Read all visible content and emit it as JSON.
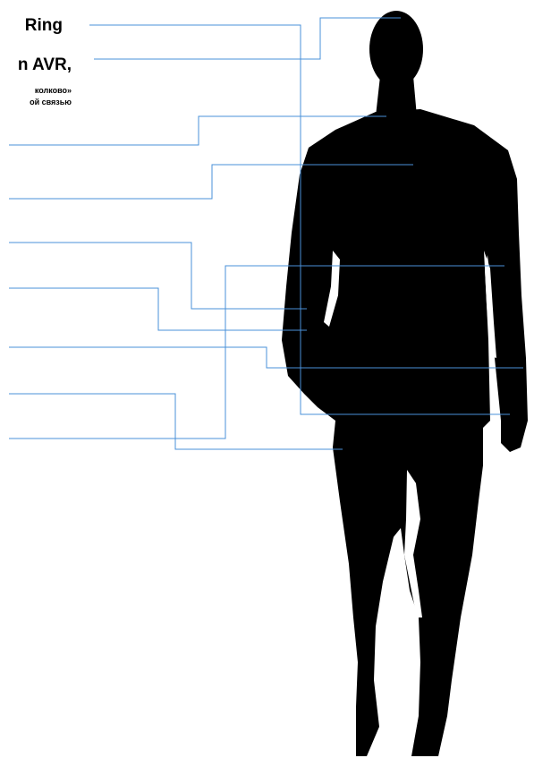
{
  "texts": {
    "line1": "Ring",
    "line2": "n AVR,",
    "line3": "колково»",
    "line4": "ой связью"
  },
  "colors": {
    "silhouette": "#000000",
    "callout": "#4a90d9",
    "background": "#ffffff"
  }
}
